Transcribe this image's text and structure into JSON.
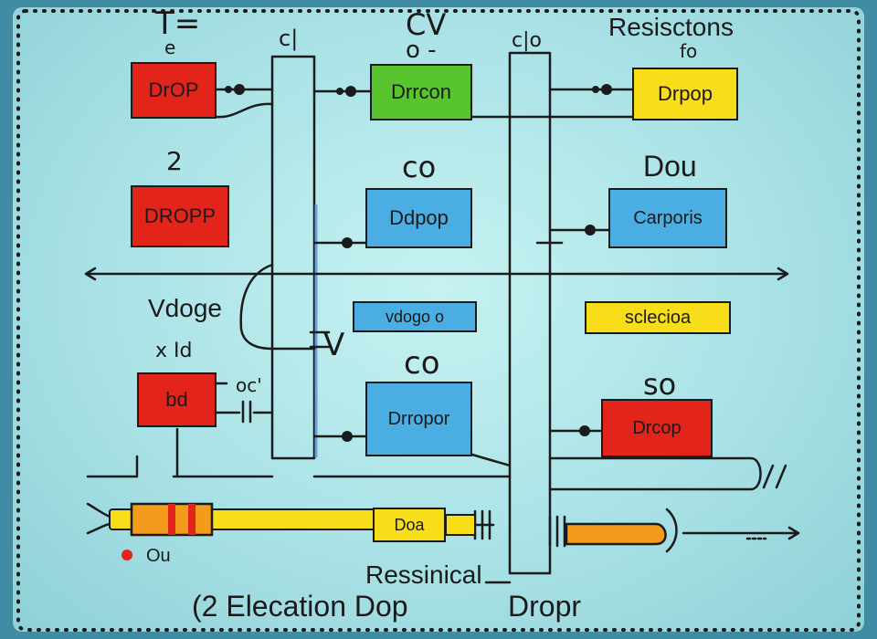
{
  "colors": {
    "background": "#3f8ca3",
    "board": "#b8e8ea",
    "ink": "#1b1b1b",
    "red": "#e3241b",
    "green": "#58c52f",
    "blue": "#4aaee2",
    "yellow": "#f7dd1a",
    "orange": "#f49b1c"
  },
  "labels": {
    "t_top": "T=",
    "e_top": "e",
    "cd_top": "c|",
    "cv_top": "CV",
    "o_dash": "o -",
    "c_o_top": "c|o",
    "resisctons": "Resisctons",
    "fo": "fo",
    "two": "2",
    "co_mid": "co",
    "dou": "Dou",
    "vdoge": "Vdoge",
    "x_id": "x Id",
    "v_mark": "V",
    "co_low": "co",
    "so": "so",
    "oc": "oc'",
    "ou": "Ou",
    "resisnical": "Ressinical",
    "elecation": "(2   Elecation Dop",
    "dropr": "Dropr"
  },
  "components": {
    "drop_red_top": {
      "label": "DrOP",
      "color": "red"
    },
    "drrcon_green": {
      "label": "Drrcon",
      "color": "green"
    },
    "drpop_yellow_top": {
      "label": "Drpop",
      "color": "yellow"
    },
    "dropp_red": {
      "label": "DROPP",
      "color": "red"
    },
    "ddpop_blue": {
      "label": "Ddpop",
      "color": "blue"
    },
    "carporis_blue": {
      "label": "Carporis",
      "color": "blue"
    },
    "vdogo_blue": {
      "label": "vdogo  o",
      "color": "blue"
    },
    "sclecioa_yellow": {
      "label": "sclecioa",
      "color": "yellow"
    },
    "bd_red": {
      "label": "bd",
      "color": "red"
    },
    "drropor_blue": {
      "label": "Drropor",
      "color": "blue"
    },
    "drcop_red": {
      "label": "Drcop",
      "color": "red"
    },
    "doa_yellow": {
      "label": "Doa",
      "color": "yellow"
    }
  }
}
